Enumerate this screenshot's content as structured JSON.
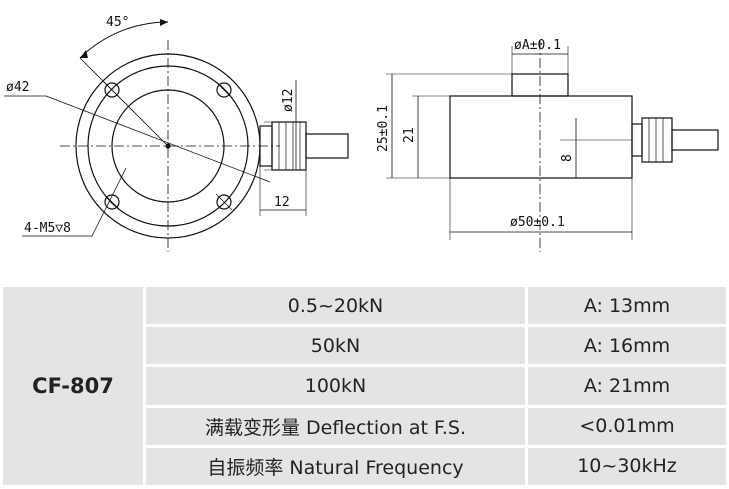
{
  "drawing": {
    "top_view": {
      "angle_label": "45°",
      "diameter_label": "ø42",
      "cable_dia_label": "ø12",
      "cable_offset_label": "12",
      "holes_label": "4-M5▽8"
    },
    "side_view": {
      "button_dia_label": "øA±0.1",
      "height_label": "25±0.1",
      "body_height_label": "21",
      "cable_height_label": "8",
      "body_dia_label": "ø50±0.1"
    }
  },
  "spec_table": {
    "model": "CF-807",
    "rows": [
      {
        "param": "0.5~20kN",
        "value": "A: 13mm"
      },
      {
        "param": "50kN",
        "value": "A: 16mm"
      },
      {
        "param": "100kN",
        "value": "A: 21mm"
      },
      {
        "param": "满载变形量 Deflection at F.S.",
        "value": "<0.01mm"
      },
      {
        "param": "自振频率 Natural Frequency",
        "value": "10~30kHz"
      }
    ]
  }
}
